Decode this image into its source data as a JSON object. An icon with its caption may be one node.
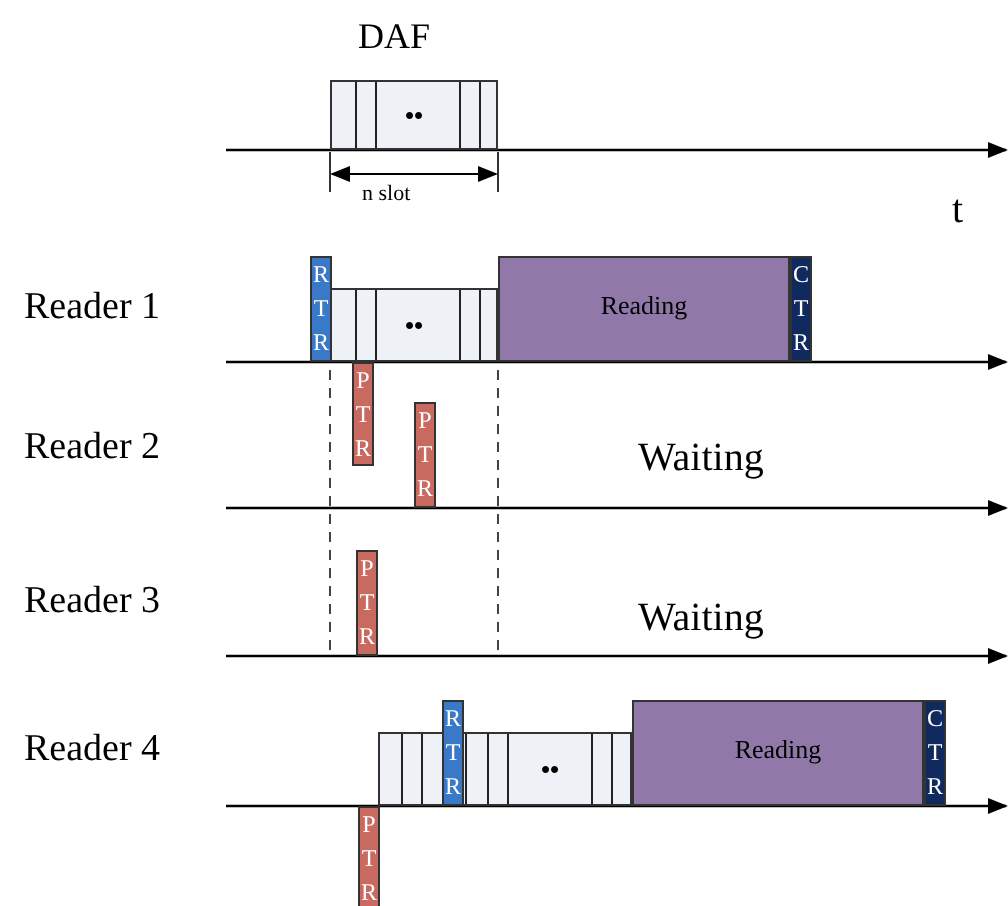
{
  "diagram": {
    "nodes": [
      {
        "text": [
          "••"
        ],
        "beside": [
          "DAF"
        ]
      },
      {
        "text": [
          "RTR"
        ]
      },
      {
        "text": [
          "••"
        ]
      },
      {
        "text": [
          "Reading"
        ]
      },
      {
        "text": [
          "CTR"
        ]
      },
      {
        "text": [
          "PTR"
        ]
      },
      {
        "text": [
          "PTR"
        ]
      },
      {
        "text": [
          "PTR"
        ]
      },
      {
        "text": [
          "••"
        ]
      },
      {
        "text": [
          "RTR"
        ]
      },
      {
        "text": [
          "Reading"
        ]
      },
      {
        "text": [
          "CTR"
        ]
      },
      {
        "text": [
          "PTR"
        ]
      }
    ],
    "labels": [
      "n slot",
      "t",
      "Reader 1",
      "Reader 2",
      "Waiting",
      "Reader 3",
      "Waiting",
      "Reader 4"
    ]
  }
}
